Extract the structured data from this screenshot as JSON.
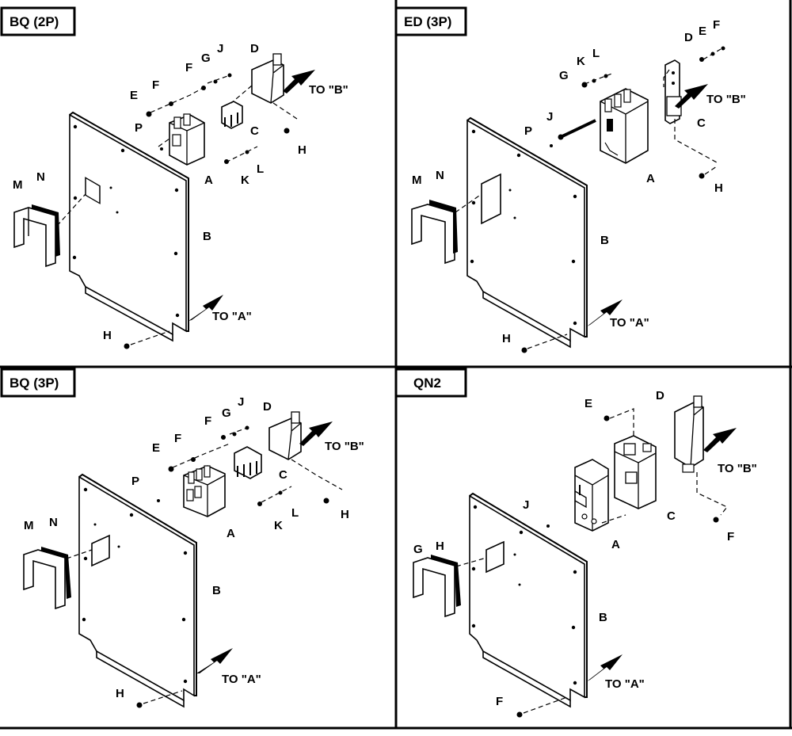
{
  "panels": [
    {
      "title": "BQ (2P)",
      "labels": {
        "A": "A",
        "B": "B",
        "C": "C",
        "D": "D",
        "E": "E",
        "F1": "F",
        "F2": "F",
        "G": "G",
        "H1": "H",
        "H2": "H",
        "J": "J",
        "K": "K",
        "L": "L",
        "M": "M",
        "N": "N",
        "P": "P"
      },
      "arrow_a": "TO \"A\"",
      "arrow_b": "TO \"B\""
    },
    {
      "title": "ED (3P)",
      "labels": {
        "A": "A",
        "B": "B",
        "C": "C",
        "D": "D",
        "E": "E",
        "F": "F",
        "G": "G",
        "H1": "H",
        "H2": "H",
        "J": "J",
        "K": "K",
        "L": "L",
        "M": "M",
        "N": "N",
        "P": "P"
      },
      "arrow_a": "TO \"A\"",
      "arrow_b": "TO \"B\""
    },
    {
      "title": "BQ (3P)",
      "labels": {
        "A": "A",
        "B": "B",
        "C": "C",
        "D": "D",
        "E": "E",
        "F1": "F",
        "F2": "F",
        "G": "G",
        "H1": "H",
        "H2": "H",
        "J": "J",
        "K": "K",
        "L": "L",
        "M": "M",
        "N": "N",
        "P": "P"
      },
      "arrow_a": "TO \"A\"",
      "arrow_b": "TO \"B\""
    },
    {
      "title": "QN2",
      "labels": {
        "A": "A",
        "B": "B",
        "C": "C",
        "D": "D",
        "E": "E",
        "F1": "F",
        "F2": "F",
        "G": "G",
        "H": "H",
        "J": "J"
      },
      "arrow_a": "TO \"A\"",
      "arrow_b": "TO \"B\""
    }
  ]
}
